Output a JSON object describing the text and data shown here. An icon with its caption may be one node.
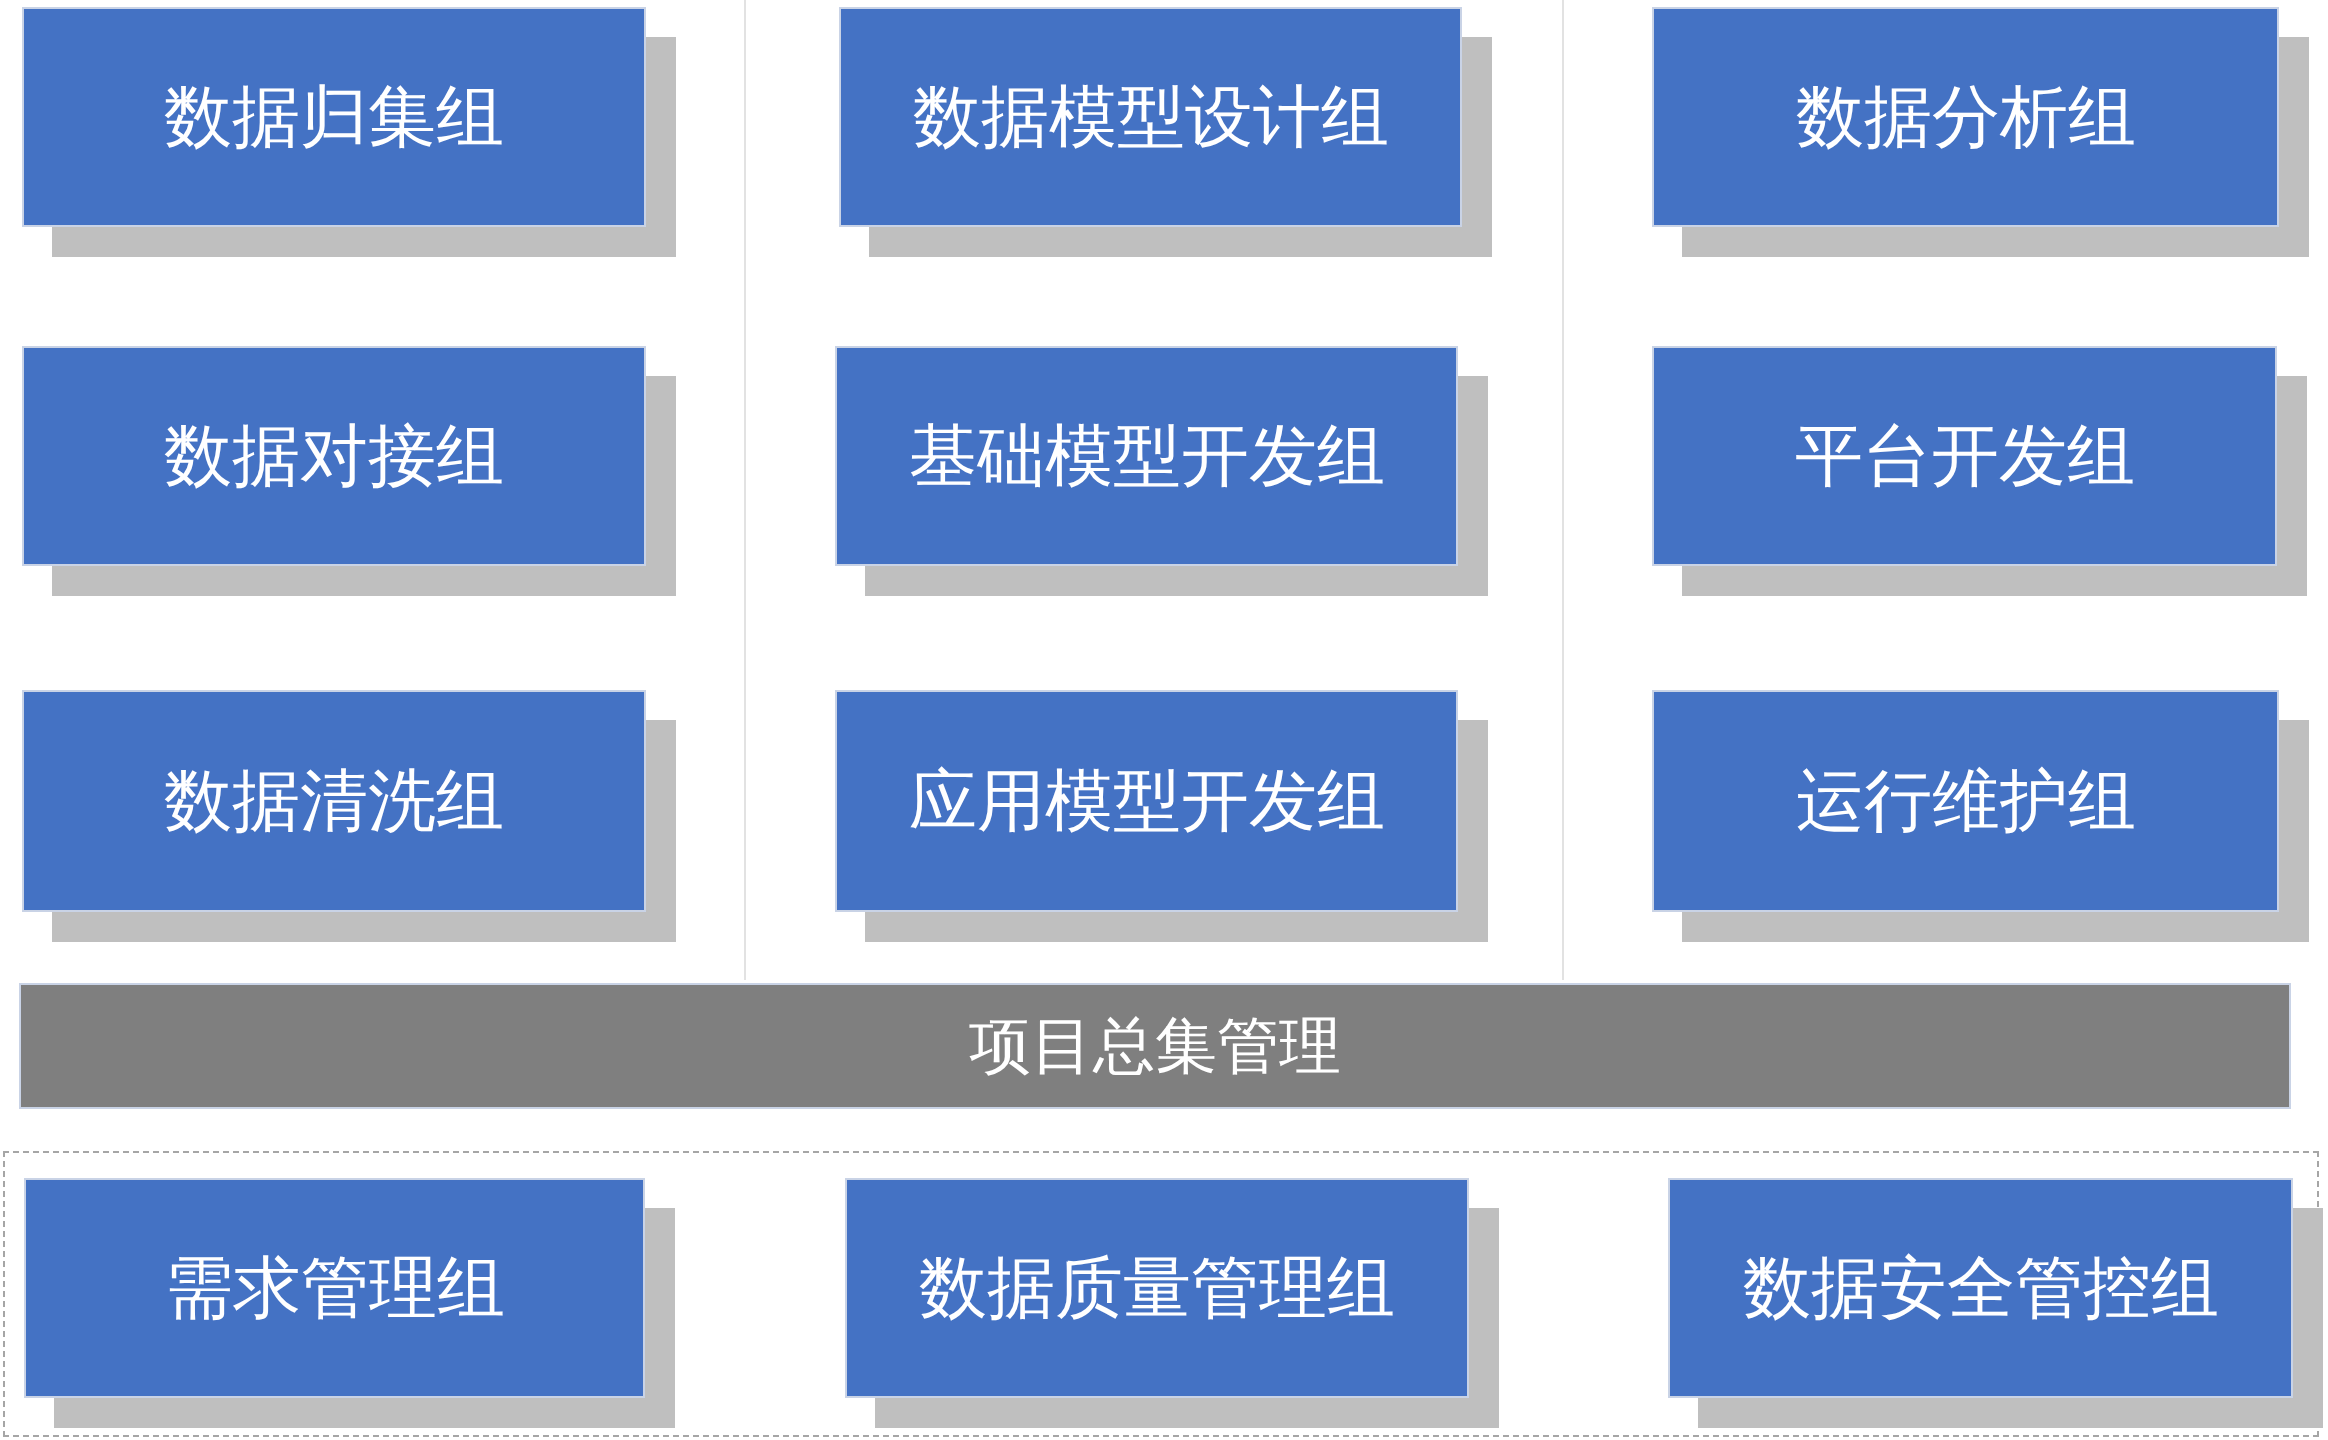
{
  "diagram": {
    "nodes": [
      {
        "text": [
          "数据归集组"
        ]
      },
      {
        "text": [
          "数据模型设计组"
        ]
      },
      {
        "text": [
          "数据分析组"
        ]
      },
      {
        "text": [
          "数据对接组"
        ]
      },
      {
        "text": [
          "基础模型开发组"
        ]
      },
      {
        "text": [
          "平台开发组"
        ]
      },
      {
        "text": [
          "数据清洗组"
        ]
      },
      {
        "text": [
          "应用模型开发组"
        ]
      },
      {
        "text": [
          "运行维护组"
        ]
      },
      {
        "text": [
          "项目总集管理"
        ]
      },
      {
        "text": [],
        "shape": "box"
      },
      {
        "text": [
          "需求管理组"
        ],
        "in": 10
      },
      {
        "text": [
          "数据质量管理组"
        ],
        "in": 10
      },
      {
        "text": [
          "数据安全管控组"
        ],
        "in": 10
      }
    ]
  }
}
